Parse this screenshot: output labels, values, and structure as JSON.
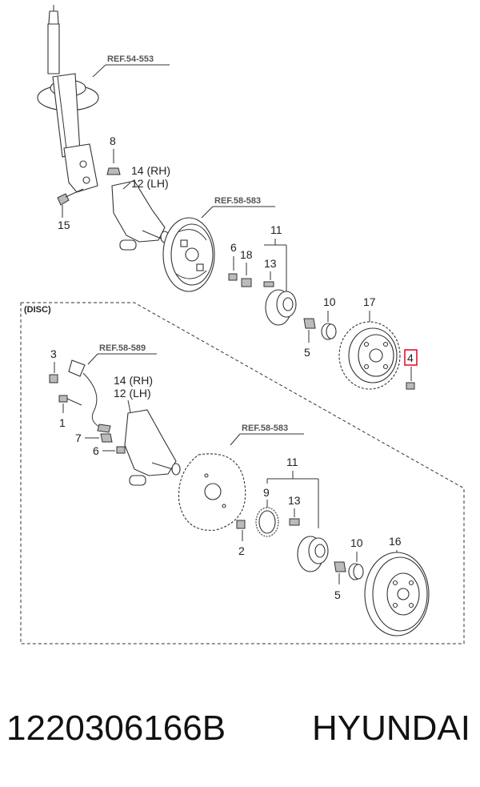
{
  "refs": {
    "strut": "REF.54-553",
    "drum_brake": "REF.58-583",
    "abs_sensor": "REF.58-589",
    "disc_brake": "REF.58-583"
  },
  "disc_section_label": "(DISC)",
  "drum_labels": {
    "l8": "8",
    "l14": "14 (RH)",
    "l12": "12 (LH)",
    "l15": "15",
    "l6": "6",
    "l18": "18",
    "l11": "11",
    "l13": "13",
    "l10": "10",
    "l17": "17",
    "l5": "5",
    "l4": "4"
  },
  "disc_labels": {
    "l3": "3",
    "l1": "1",
    "l14": "14 (RH)",
    "l12": "12 (LH)",
    "l7": "7",
    "l6": "6",
    "l11": "11",
    "l9": "9",
    "l13": "13",
    "l2": "2",
    "l10": "10",
    "l16": "16",
    "l5": "5"
  },
  "highlight_color": "#e8001c",
  "caption": {
    "part_number": "1220306166B",
    "brand": "HYUNDAI"
  }
}
